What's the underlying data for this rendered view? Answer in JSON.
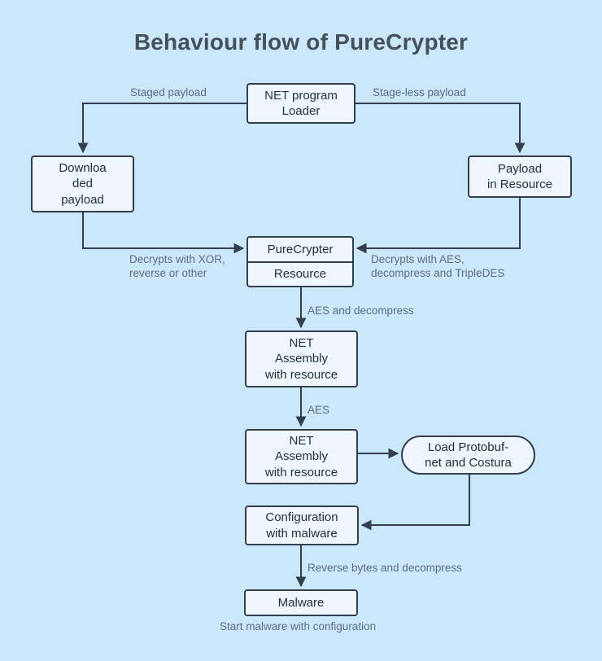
{
  "title": "Behaviour flow of PureCrypter",
  "colors": {
    "background": "#cbe7fa",
    "node_fill": "#eff6fd",
    "node_border": "#333f4d",
    "node_text": "#242f3a",
    "edge_line": "#333f4d",
    "edge_label_text": "#5d6d7e",
    "title_text": "#44515d"
  },
  "nodes": {
    "net_loader": {
      "label": "NET program\nLoader"
    },
    "downloaded_payload": {
      "label": "Downloa\nded\npayload"
    },
    "payload_in_resource": {
      "label": "Payload\nin Resource"
    },
    "purecrypter": {
      "top_label": "PureCrypter",
      "bottom_label": "Resource"
    },
    "net_assembly_1": {
      "label": "NET\nAssembly\nwith resource"
    },
    "net_assembly_2": {
      "label": "NET\nAssembly\nwith resource"
    },
    "load_protobuf": {
      "label": "Load Protobuf-\nnet and Costura"
    },
    "configuration": {
      "label": "Configuration\nwith malware"
    },
    "malware": {
      "label": "Malware"
    }
  },
  "edge_labels": {
    "staged_payload": "Staged payload",
    "stageless_payload": "Stage-less payload",
    "decrypts_xor": "Decrypts with XOR,\nreverse or other",
    "decrypts_aes": "Decrypts with AES,\ndecompress and TripleDES",
    "aes_and_decompress": "AES and decompress",
    "aes": "AES",
    "reverse_bytes": "Reverse bytes and decompress",
    "start_malware": "Start malware with configuration"
  }
}
